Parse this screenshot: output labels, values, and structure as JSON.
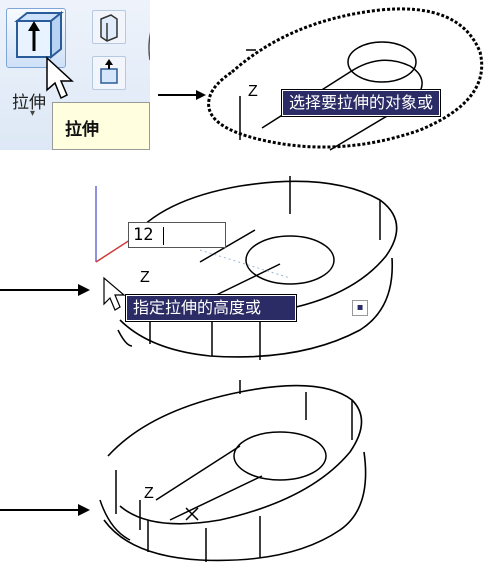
{
  "ribbon": {
    "extrude_label": "拉伸",
    "dropdown_glyph": "▾",
    "icons": [
      "extrude-icon",
      "presspull-icon",
      "revolve-icon"
    ]
  },
  "tooltip": {
    "title": "拉伸"
  },
  "steps": [
    {
      "prompt": "选择要拉伸的对象或"
    },
    {
      "input_value": "12",
      "prompt": "指定拉伸的高度或",
      "prompt_button": "▪"
    },
    {}
  ],
  "axis_label": "Z"
}
